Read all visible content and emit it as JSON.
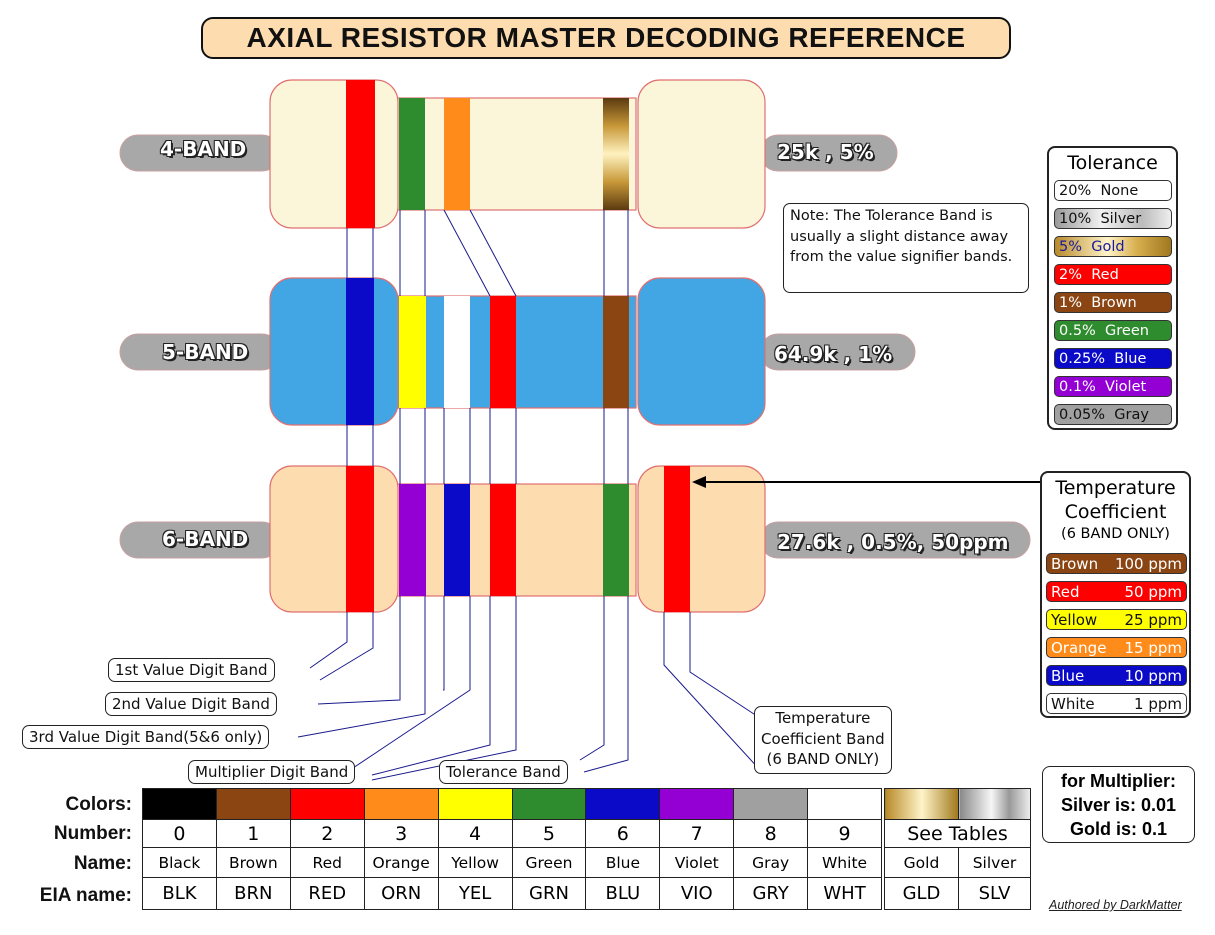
{
  "title": "AXIAL RESISTOR MASTER DECODING REFERENCE",
  "resistors": [
    {
      "label": "4-BAND",
      "value": "25k , 5%",
      "body": "#fbf5d9",
      "bands": [
        "#ff0000",
        "#2e8b2e",
        "#ff8c1a",
        "gold-gradient"
      ]
    },
    {
      "label": "5-BAND",
      "value": "64.9k , 1%",
      "body": "#42a6e4",
      "bands": [
        "#0a0ac8",
        "#ffff00",
        "#ffffff",
        "#ff0000",
        "#8b4513"
      ]
    },
    {
      "label": "6-BAND",
      "value": "27.6k , 0.5%, 50ppm",
      "body": "#fddcb0",
      "bands": [
        "#ff0000",
        "#9400d3",
        "#0a0ac8",
        "#ff0000",
        "#2e8b2e",
        "#ff0000"
      ]
    }
  ],
  "note": "Note:  The Tolerance Band is usually a slight distance away from the value signifier bands.",
  "tolerance": {
    "title": "Tolerance",
    "items": [
      {
        "text": "20%  None",
        "bg": "#ffffff",
        "fg": "#111111"
      },
      {
        "text": "10%  Silver",
        "bg": "silver-gradient",
        "fg": "#111111"
      },
      {
        "text": "5%  Gold",
        "bg": "gold-gradient",
        "fg": "#1a1aa0"
      },
      {
        "text": "2%  Red",
        "bg": "#ff0000",
        "fg": "#ffffff"
      },
      {
        "text": "1%  Brown",
        "bg": "#8b4513",
        "fg": "#ffffff"
      },
      {
        "text": "0.5%  Green",
        "bg": "#2e8b2e",
        "fg": "#ffffff"
      },
      {
        "text": "0.25%  Blue",
        "bg": "#0a0ac8",
        "fg": "#ffffff"
      },
      {
        "text": "0.1%  Violet",
        "bg": "#9400d3",
        "fg": "#ffffff"
      },
      {
        "text": "0.05%  Gray",
        "bg": "#a0a0a0",
        "fg": "#111111"
      }
    ]
  },
  "tempco": {
    "title1": "Temperature",
    "title2": "Coefficient",
    "subtitle": "(6 BAND ONLY)",
    "items": [
      {
        "name": "Brown",
        "ppm": "100 ppm",
        "bg": "#8b4513",
        "fg": "#ffffff"
      },
      {
        "name": "Red",
        "ppm": "50 ppm",
        "bg": "#ff0000",
        "fg": "#ffffff"
      },
      {
        "name": "Yellow",
        "ppm": "25 ppm",
        "bg": "#ffff00",
        "fg": "#111111"
      },
      {
        "name": "Orange",
        "ppm": "15 ppm",
        "bg": "#ff8c1a",
        "fg": "#ffffff"
      },
      {
        "name": "Blue",
        "ppm": "10 ppm",
        "bg": "#0a0ac8",
        "fg": "#ffffff"
      },
      {
        "name": "White",
        "ppm": "1 ppm",
        "bg": "#ffffff",
        "fg": "#111111"
      }
    ]
  },
  "callouts": {
    "first": "1st Value Digit Band",
    "second": "2nd Value Digit Band",
    "third": "3rd Value Digit Band(5&6 only)",
    "multiplier": "Multiplier Digit Band",
    "tolerance": "Tolerance Band",
    "tempco1": "Temperature",
    "tempco2": "Coefficient Band",
    "tempco3": "(6 BAND ONLY)"
  },
  "multiplier_note": {
    "line1": "for Multiplier:",
    "line2": "Silver is: 0.01",
    "line3": "Gold is: 0.1"
  },
  "color_table": {
    "row_labels": {
      "colors": "Colors:",
      "number": "Number:",
      "name": "Name:",
      "eia": "EIA name:"
    },
    "colors": [
      {
        "swatch": "#000000",
        "number": "0",
        "name": "Black",
        "eia": "BLK"
      },
      {
        "swatch": "#8b4513",
        "number": "1",
        "name": "Brown",
        "eia": "BRN"
      },
      {
        "swatch": "#ff0000",
        "number": "2",
        "name": "Red",
        "eia": "RED"
      },
      {
        "swatch": "#ff8c1a",
        "number": "3",
        "name": "Orange",
        "eia": "ORN"
      },
      {
        "swatch": "#ffff00",
        "number": "4",
        "name": "Yellow",
        "eia": "YEL"
      },
      {
        "swatch": "#2e8b2e",
        "number": "5",
        "name": "Green",
        "eia": "GRN"
      },
      {
        "swatch": "#0a0ac8",
        "number": "6",
        "name": "Blue",
        "eia": "BLU"
      },
      {
        "swatch": "#9400d3",
        "number": "7",
        "name": "Violet",
        "eia": "VIO"
      },
      {
        "swatch": "#a0a0a0",
        "number": "8",
        "name": "Gray",
        "eia": "GRY"
      },
      {
        "swatch": "#ffffff",
        "number": "9",
        "name": "White",
        "eia": "WHT"
      }
    ],
    "metals": {
      "see_tables": "See Tables",
      "gold_name": "Gold",
      "silver_name": "Silver",
      "gold_eia": "GLD",
      "silver_eia": "SLV"
    }
  },
  "author": "Authored by DarkMatter"
}
